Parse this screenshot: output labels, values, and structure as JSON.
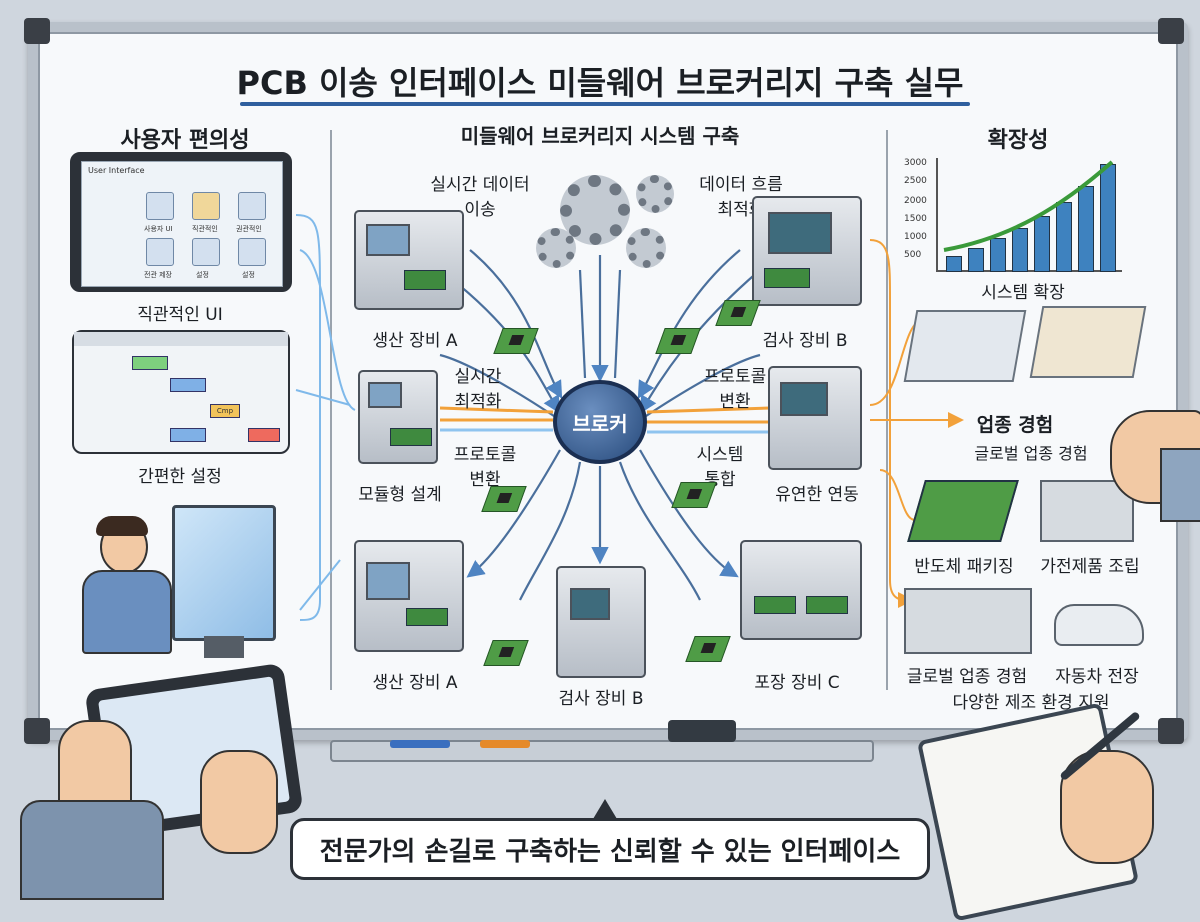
{
  "title": "PCB 이송 인터페이스 미들웨어 브로커리지 구축 실무",
  "left": {
    "heading": "사용자 편의성",
    "tablet": {
      "header": "User Interface",
      "tiles": [
        "사용자 UI",
        "직관적인",
        "권관적인",
        "전관 제장",
        "설정",
        "설정"
      ]
    },
    "intuitive_ui_label": "직관적인 UI",
    "flow_box_label": "Cmp",
    "easy_setup_label": "간편한 설정"
  },
  "center": {
    "heading": "미들웨어 브로커리지 시스템 구축",
    "realtime_transfer": "실시간 데이터\n이송",
    "flow_optimize": "데이터 흐름\n최적화",
    "realtime_optimize": "실시간\n최적화",
    "protocol_convert_right": "프로토콜\n변환",
    "protocol_convert_left": "프로토콜\n변환",
    "system_integration": "시스템\n통합",
    "broker": "브로커",
    "machines": {
      "top_left": "생산 장비 A",
      "top_right": "검사 장비 B",
      "mid_left": "모듈형 설계",
      "mid_right": "유연한 연동",
      "bottom_left": "생산 장비 A",
      "bottom_center": "검사 장비 B",
      "bottom_right": "포장 장비 C"
    }
  },
  "right": {
    "heading": "확장성",
    "chart_ticks": [
      "3000",
      "2500",
      "2000",
      "1500",
      "1000",
      "500"
    ],
    "system_expand_label": "시스템 확장",
    "industry_heading": "업종 경험",
    "global_industry_label": "글로벌 업종 경험",
    "semiconductor_label": "반도체 패키징",
    "appliance_label": "가전제품 조립",
    "global_industry_label2": "글로벌 업종 경험",
    "auto_label": "자동차 전장",
    "support_label": "다양한 제조 환경 지원"
  },
  "bottom_banner": "전문가의 손길로 구축하는 신뢰할 수 있는 인터페이스",
  "colors": {
    "accent_blue": "#2f5f9e",
    "flow_blue": "#5aa9e6",
    "flow_orange": "#f2a13a",
    "pcb_green": "#4f9c46"
  },
  "icons": [
    "gear-icon",
    "user-icon",
    "chat-icon",
    "edit-icon",
    "search-icon",
    "settings-icon"
  ]
}
